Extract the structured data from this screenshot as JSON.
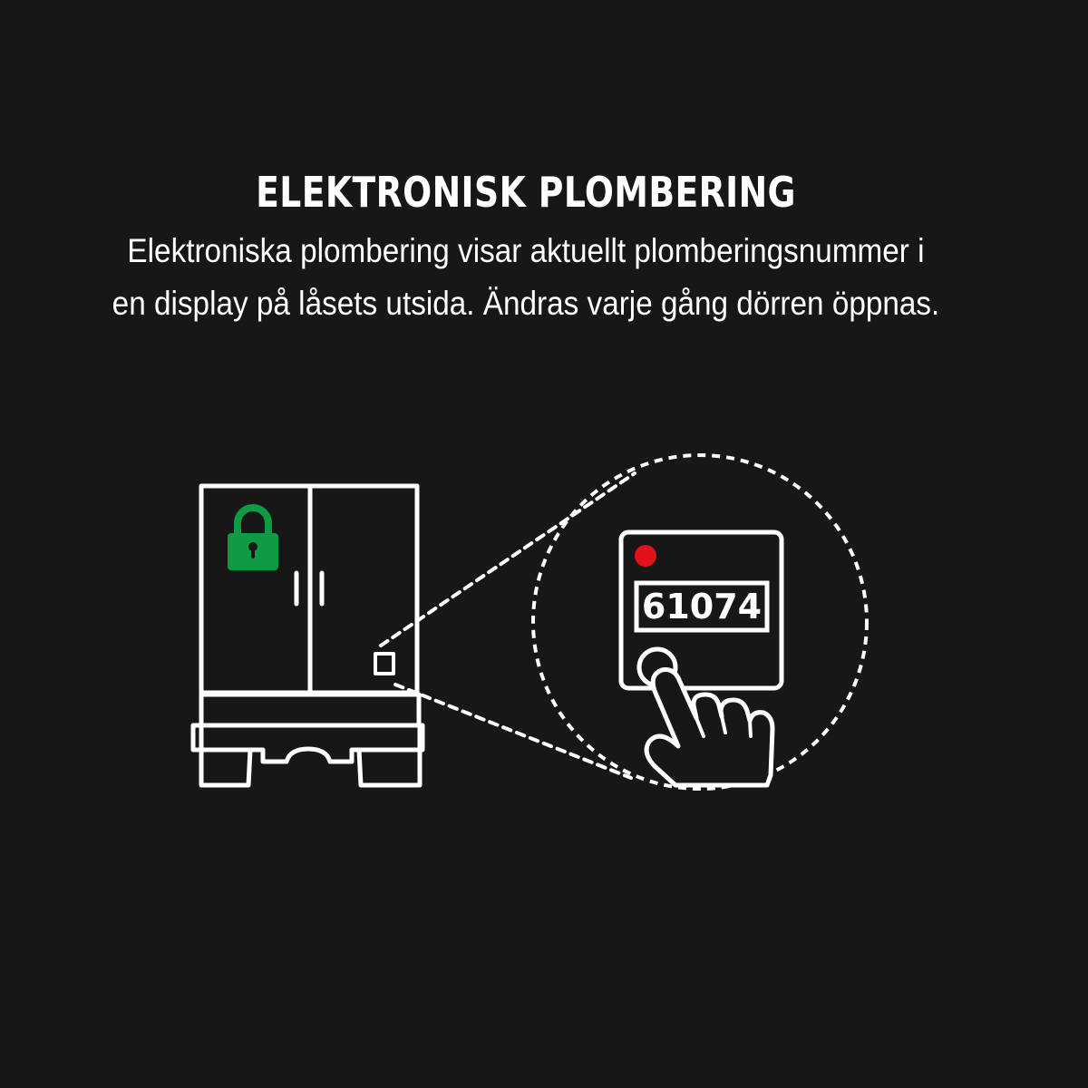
{
  "header": {
    "title": "ELEKTRONISK PLOMBERING",
    "description_line1": "Elektroniska plombering visar aktuellt plomberingsnummer i",
    "description_line2": "en display på låsets utsida. Ändras varje gång dörren öppnas."
  },
  "device": {
    "seal_number": "61074"
  },
  "colors": {
    "background": "#171717",
    "line": "#ffffff",
    "lock": "#0f9a43",
    "indicator": "#e3111b"
  },
  "icons": {
    "truck": "truck-rear-icon",
    "lock": "padlock-icon",
    "hand": "pointing-hand-icon"
  }
}
